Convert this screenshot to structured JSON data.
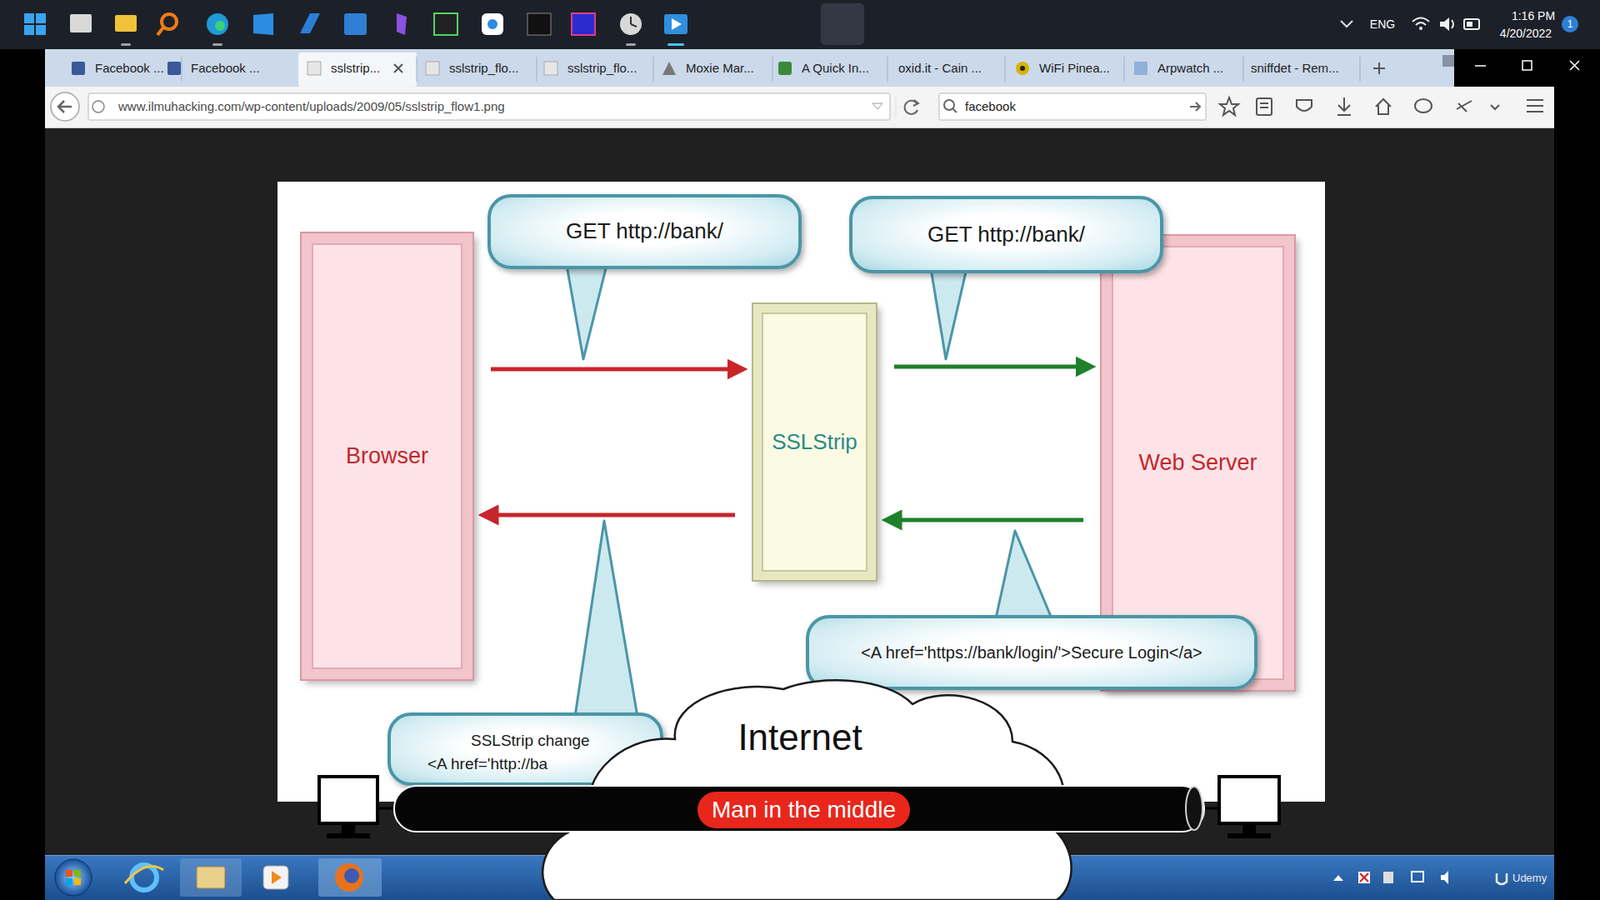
{
  "diagram": {
    "nodes": [
      {
        "text": [
          "GET http://bank/"
        ]
      },
      {
        "text": [
          "GET http://bank/"
        ]
      },
      {
        "text": [
          "Browser"
        ]
      },
      {
        "text": [
          "SSLStrip"
        ]
      },
      {
        "text": [
          "Web Server"
        ]
      },
      {
        "text": [
          "<A href='https://bank/login/'>Secure Login</a>"
        ]
      },
      {
        "text": [
          "SSLStrip change",
          "<A href='http://ba"
        ]
      },
      {
        "text": [
          "Internet"
        ]
      },
      {
        "text": [
          "Man in the middle"
        ],
        "in": 7
      }
    ],
    "edges": [
      {
        "from": 2,
        "to": 3,
        "arrow": "to"
      },
      {
        "from": 3,
        "to": 4,
        "arrow": "to"
      },
      {
        "from": 4,
        "to": 3,
        "arrow": "to"
      },
      {
        "from": 3,
        "to": 2,
        "arrow": "to"
      }
    ],
    "labels": [
      "Facebook ...",
      "Facebook ...",
      "sslstrip...",
      "sslstrip_flo...",
      "sslstrip_flo...",
      "Moxie Mar...",
      "A Quick In...",
      "oxid.it - Cain ...",
      "WiFi Pinea...",
      "Arpwatch ...",
      "sniffdet - Rem...",
      "www.ilmuhacking.com/wp-content/uploads/2009/05/sslstrip_flow1.png",
      "facebook",
      "ENG",
      "1:16 PM",
      "4/20/2022",
      "1",
      "Udemy"
    ]
  }
}
